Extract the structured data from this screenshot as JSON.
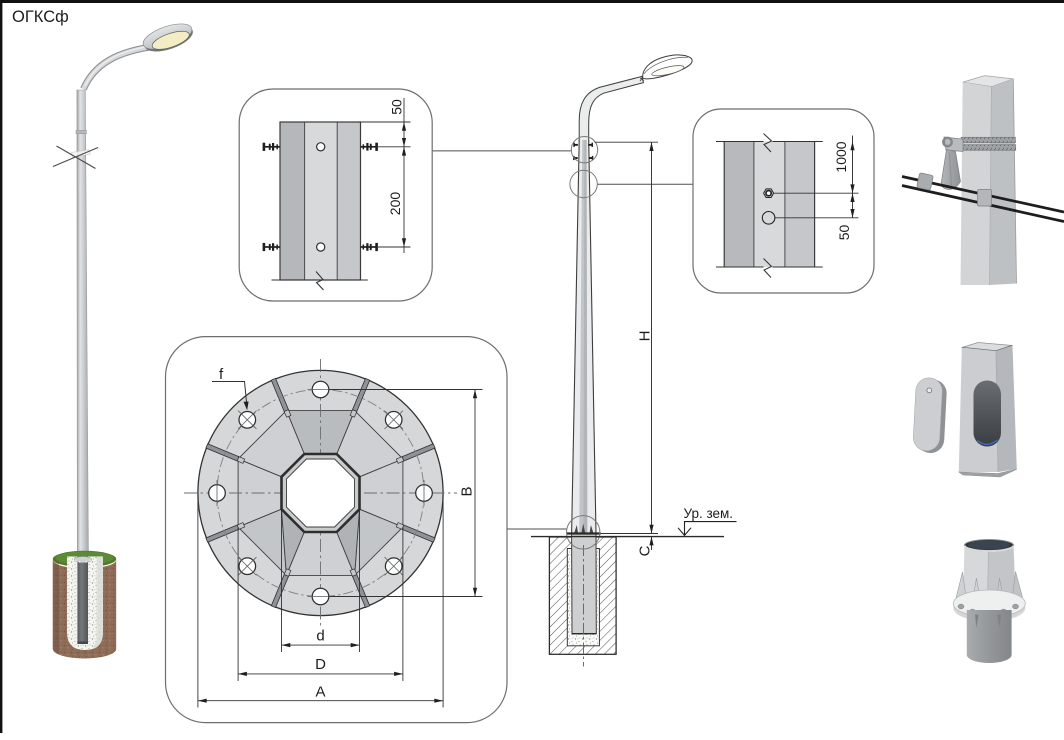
{
  "title": "ОГКСф",
  "callout_clamp": {
    "dim_offset": "50",
    "dim_spacing": "200"
  },
  "callout_flange": {
    "hole_label": "f",
    "dim_pole_width": "d",
    "dim_bolt_span": "D",
    "dim_flange_diameter": "A",
    "dim_hole_distance": "B"
  },
  "callout_entry": {
    "dim_to_top": "1000",
    "dim_gap": "50"
  },
  "elevation": {
    "dim_height": "H",
    "dim_embed": "C",
    "ground_label": "Ур. зем."
  },
  "colors": {
    "line": "#333333",
    "plate_light": "#d6d7d9",
    "panel_dark": "#b9bcbf",
    "soil_brown": "#8d6a57",
    "grass_green": "#4f7a2c",
    "lamp_warm": "#f2edc2",
    "cable_black": "#1d1d1d"
  }
}
